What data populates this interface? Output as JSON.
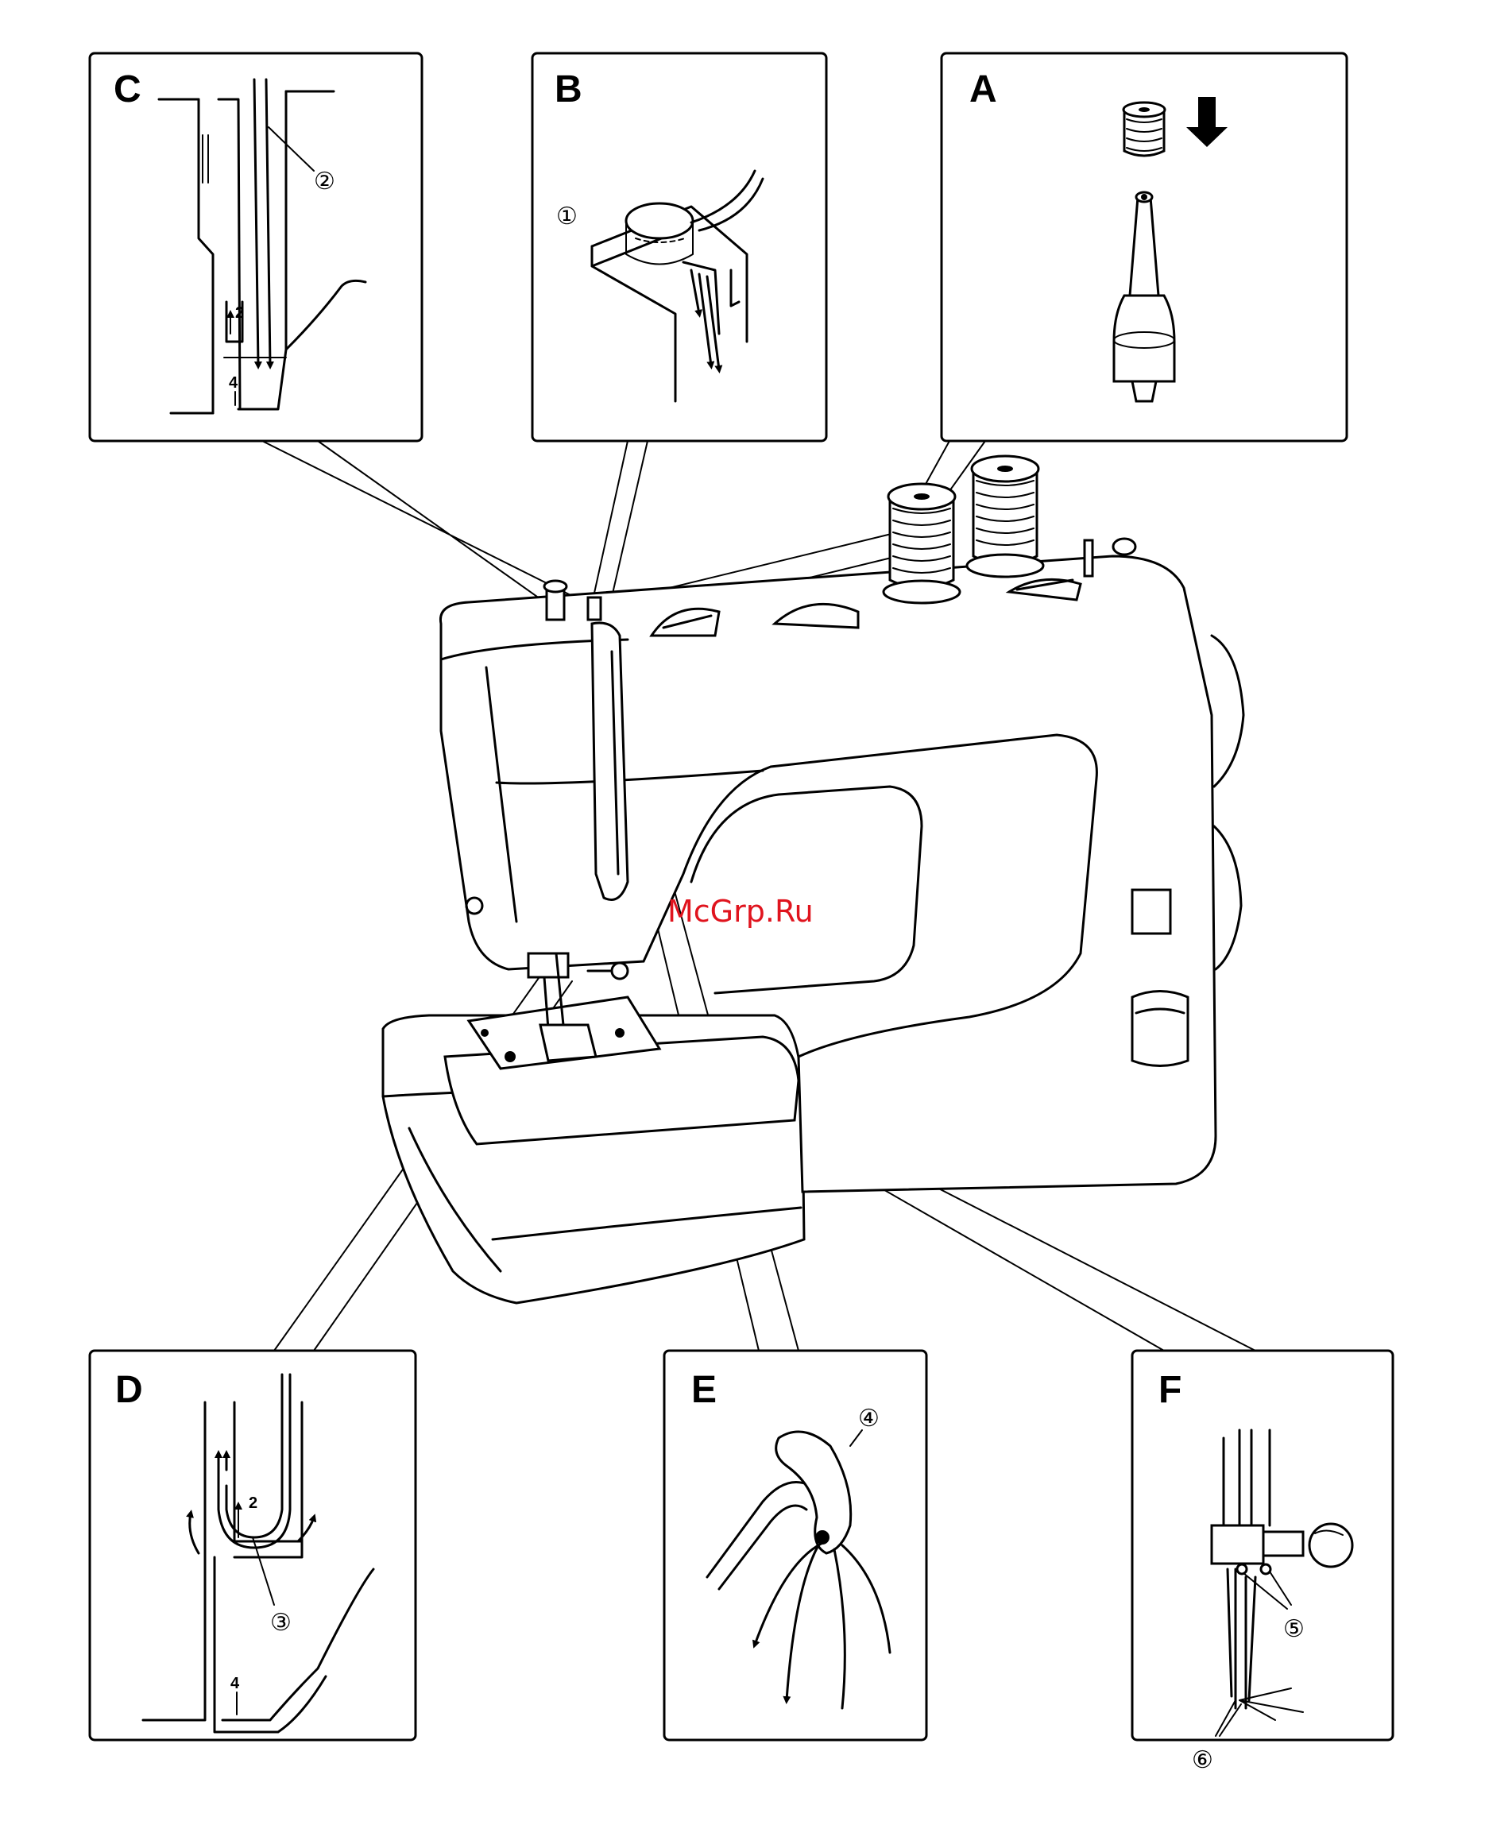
{
  "watermark": "McGrp.Ru",
  "panels": {
    "A": {
      "label": "A"
    },
    "B": {
      "label": "B",
      "callout": "①"
    },
    "C": {
      "label": "C",
      "callout": "②",
      "step_up": "2",
      "step_down": "4"
    },
    "D": {
      "label": "D",
      "callout": "③",
      "step_up": "2",
      "step_down": "4"
    },
    "E": {
      "label": "E",
      "callout": "④"
    },
    "F": {
      "label": "F",
      "callout_a": "⑤",
      "callout_b": "⑥"
    }
  },
  "icons": [
    "spool-icon",
    "down-arrow-icon",
    "spool-pin-icon",
    "sewing-machine-icon"
  ]
}
